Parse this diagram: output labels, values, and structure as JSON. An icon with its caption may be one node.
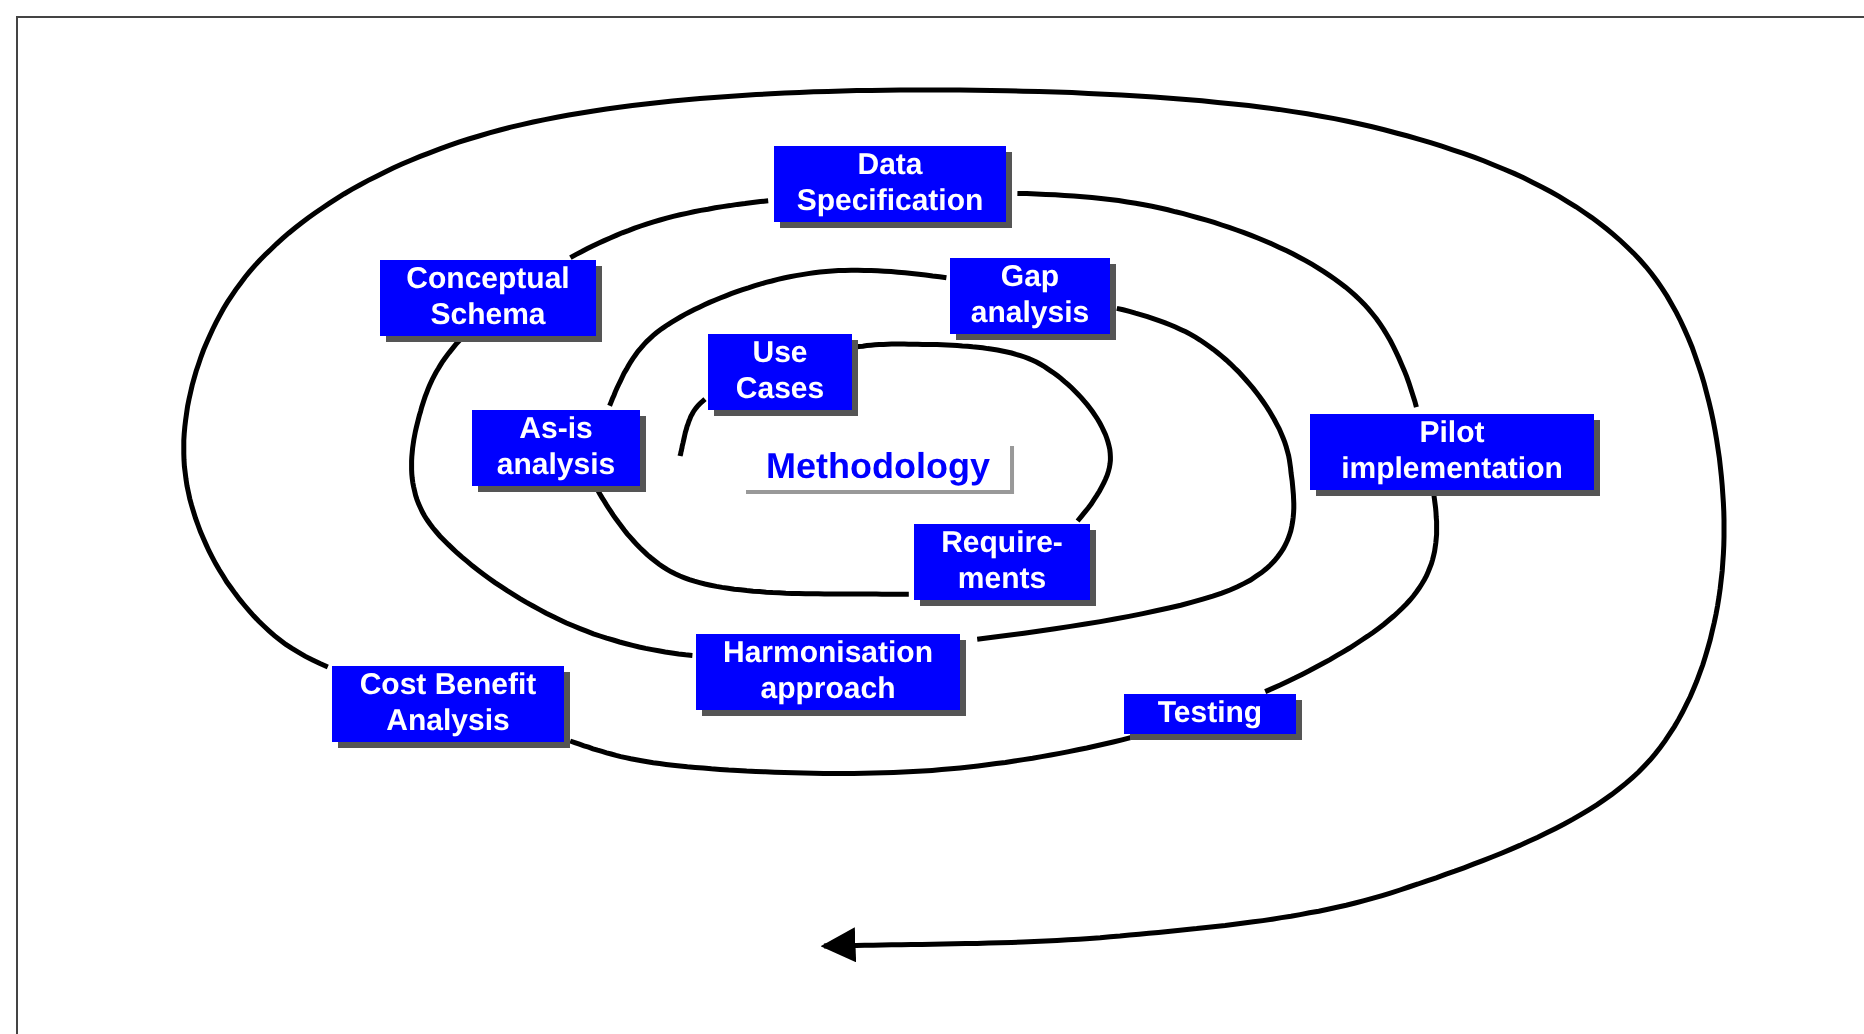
{
  "diagram": {
    "nodes": [
      {
        "text": [
          "Use Cases"
        ]
      },
      {
        "text": [
          "Require-ments"
        ]
      },
      {
        "text": [
          "As-is analysis"
        ]
      },
      {
        "text": [
          "Gap analysis"
        ]
      },
      {
        "text": [
          "Harmonisation approach"
        ]
      },
      {
        "text": [
          "Conceptual Schema"
        ]
      },
      {
        "text": [
          "Data Specification"
        ]
      },
      {
        "text": [
          "Pilot implementation"
        ]
      },
      {
        "text": [
          "Testing"
        ]
      },
      {
        "text": [
          "Cost Benefit Analysis"
        ]
      }
    ],
    "edges": [
      {
        "from": null,
        "to": 0,
        "arrow": "none"
      },
      {
        "from": 0,
        "to": 1,
        "arrow": "none"
      },
      {
        "from": 1,
        "to": 2,
        "arrow": "none"
      },
      {
        "from": 2,
        "to": 3,
        "arrow": "none"
      },
      {
        "from": 3,
        "to": 4,
        "arrow": "none"
      },
      {
        "from": 4,
        "to": 5,
        "arrow": "none"
      },
      {
        "from": 5,
        "to": 6,
        "arrow": "none"
      },
      {
        "from": 6,
        "to": 7,
        "arrow": "none"
      },
      {
        "from": 7,
        "to": 8,
        "arrow": "none"
      },
      {
        "from": 8,
        "to": 9,
        "arrow": "none"
      },
      {
        "from": 9,
        "to": null,
        "arrow": "to"
      }
    ],
    "labels": [
      "Methodology"
    ]
  }
}
